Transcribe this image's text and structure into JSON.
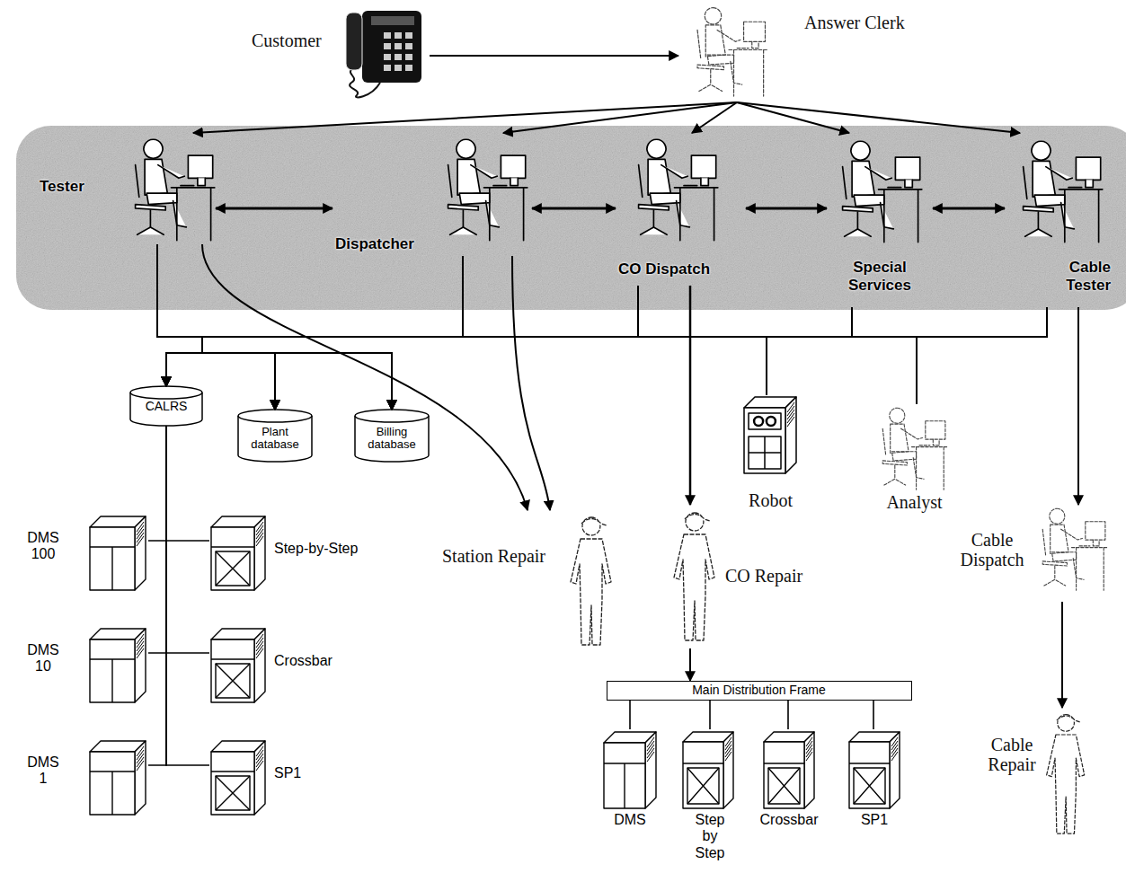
{
  "diagram": {
    "nodes": [
      {
        "text": [
          "Customer"
        ]
      },
      {
        "text": [
          "Answer Clerk"
        ]
      },
      {
        "text": [
          "Tester"
        ]
      },
      {
        "text": [
          "Dispatcher"
        ]
      },
      {
        "text": [
          "CO Dispatch"
        ]
      },
      {
        "text": [
          "Special Services"
        ]
      },
      {
        "text": [
          "Cable Tester"
        ]
      },
      {
        "text": [
          "CALRS"
        ]
      },
      {
        "text": [
          "Plant database"
        ]
      },
      {
        "text": [
          "Billing database"
        ]
      },
      {
        "text": [
          "Robot"
        ]
      },
      {
        "text": [
          "Analyst"
        ]
      },
      {
        "text": [
          "DMS 100"
        ]
      },
      {
        "text": [
          "Step-by-Step"
        ]
      },
      {
        "text": [
          "DMS 10"
        ]
      },
      {
        "text": [
          "Crossbar"
        ]
      },
      {
        "text": [
          "DMS 1"
        ]
      },
      {
        "text": [
          "SP1"
        ]
      },
      {
        "text": [
          "Station Repair"
        ]
      },
      {
        "text": [
          "CO Repair"
        ]
      },
      {
        "text": [
          "Main Distribution Frame"
        ]
      },
      {
        "text": [
          "DMS"
        ]
      },
      {
        "text": [
          "Step by Step"
        ]
      },
      {
        "text": [
          "Crossbar"
        ]
      },
      {
        "text": [
          "SP1"
        ]
      },
      {
        "text": [
          "Cable Dispatch"
        ]
      },
      {
        "text": [
          "Cable Repair"
        ]
      }
    ],
    "edges": [
      {
        "from": 0,
        "to": 1,
        "arrow": "to"
      },
      {
        "from": 1,
        "to": 2,
        "arrow": "to"
      },
      {
        "from": 1,
        "to": 3,
        "arrow": "to"
      },
      {
        "from": 1,
        "to": 4,
        "arrow": "to"
      },
      {
        "from": 1,
        "to": 5,
        "arrow": "to"
      },
      {
        "from": 1,
        "to": 6,
        "arrow": "to"
      },
      {
        "from": 2,
        "to": 3,
        "arrow": "both"
      },
      {
        "from": 3,
        "to": 4,
        "arrow": "both"
      },
      {
        "from": 4,
        "to": 5,
        "arrow": "both"
      },
      {
        "from": 5,
        "to": 6,
        "arrow": "both"
      },
      {
        "from": 2,
        "to": 7,
        "arrow": "to"
      },
      {
        "from": 2,
        "to": 8,
        "arrow": "to"
      },
      {
        "from": 2,
        "to": 9,
        "arrow": "to"
      },
      {
        "from": 2,
        "to": 10,
        "arrow": "none"
      },
      {
        "from": 2,
        "to": 11,
        "arrow": "none"
      },
      {
        "from": 3,
        "to": 7,
        "arrow": "to"
      },
      {
        "from": 3,
        "to": 8,
        "arrow": "to"
      },
      {
        "from": 3,
        "to": 9,
        "arrow": "to"
      },
      {
        "from": 3,
        "to": 10,
        "arrow": "none"
      },
      {
        "from": 3,
        "to": 11,
        "arrow": "none"
      },
      {
        "from": 4,
        "to": 7,
        "arrow": "to"
      },
      {
        "from": 4,
        "to": 8,
        "arrow": "to"
      },
      {
        "from": 4,
        "to": 9,
        "arrow": "to"
      },
      {
        "from": 4,
        "to": 10,
        "arrow": "none"
      },
      {
        "from": 4,
        "to": 11,
        "arrow": "none"
      },
      {
        "from": 5,
        "to": 7,
        "arrow": "to"
      },
      {
        "from": 5,
        "to": 8,
        "arrow": "to"
      },
      {
        "from": 5,
        "to": 9,
        "arrow": "to"
      },
      {
        "from": 5,
        "to": 10,
        "arrow": "none"
      },
      {
        "from": 5,
        "to": 11,
        "arrow": "none"
      },
      {
        "from": 6,
        "to": 7,
        "arrow": "to"
      },
      {
        "from": 6,
        "to": 8,
        "arrow": "to"
      },
      {
        "from": 6,
        "to": 9,
        "arrow": "to"
      },
      {
        "from": 6,
        "to": 10,
        "arrow": "none"
      },
      {
        "from": 6,
        "to": 11,
        "arrow": "none"
      },
      {
        "from": 7,
        "to": 12,
        "arrow": "none"
      },
      {
        "from": 7,
        "to": 13,
        "arrow": "none"
      },
      {
        "from": 7,
        "to": 14,
        "arrow": "none"
      },
      {
        "from": 7,
        "to": 15,
        "arrow": "none"
      },
      {
        "from": 7,
        "to": 16,
        "arrow": "none"
      },
      {
        "from": 7,
        "to": 17,
        "arrow": "none"
      },
      {
        "from": 2,
        "to": 18,
        "arrow": "to"
      },
      {
        "from": 3,
        "to": 18,
        "arrow": "to"
      },
      {
        "from": 4,
        "to": 19,
        "arrow": "to"
      },
      {
        "from": 19,
        "to": 20,
        "arrow": "to"
      },
      {
        "from": 20,
        "to": 21,
        "arrow": "none"
      },
      {
        "from": 20,
        "to": 22,
        "arrow": "none"
      },
      {
        "from": 20,
        "to": 23,
        "arrow": "none"
      },
      {
        "from": 20,
        "to": 24,
        "arrow": "none"
      },
      {
        "from": 6,
        "to": 25,
        "arrow": "to"
      },
      {
        "from": 25,
        "to": 26,
        "arrow": "to"
      }
    ]
  }
}
